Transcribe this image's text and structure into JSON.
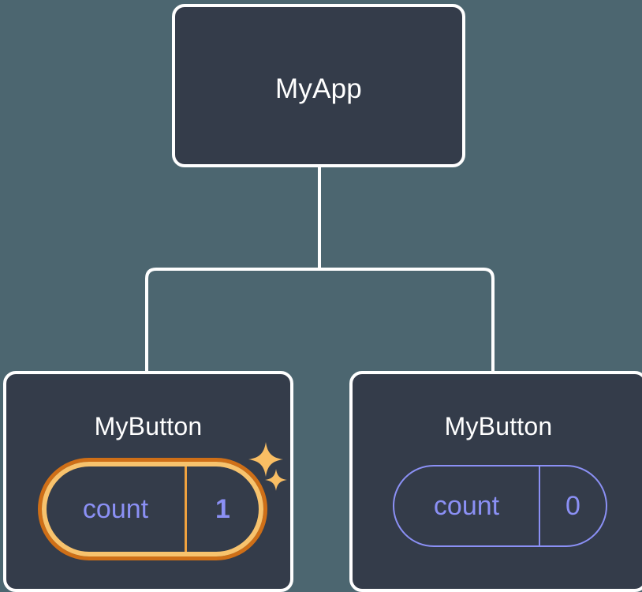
{
  "diagram": {
    "title": "React component tree with state",
    "background_color": "#4c6670",
    "node_fill_color": "#343c4a",
    "node_border_color": "#ffffff",
    "accent_state_color": "#8b90f5",
    "highlight_outer_color": "#cf6f17",
    "highlight_inner_color": "#f8c36d",
    "sparkle_color": "#f9be64"
  },
  "root": {
    "label": "MyApp"
  },
  "children": [
    {
      "label": "MyButton",
      "state": {
        "key": "count",
        "value": "1",
        "divider": "",
        "highlighted": true
      },
      "sparkles": [
        {
          "name": "sparkle-large"
        },
        {
          "name": "sparkle-small"
        }
      ]
    },
    {
      "label": "MyButton",
      "state": {
        "key": "count",
        "value": "0",
        "divider": "",
        "highlighted": false
      }
    }
  ],
  "connectors": {
    "stem_label": "root-to-branch-stem",
    "branch_label": "branch-bar",
    "left_drop_label": "left-child-drop",
    "right_drop_label": "right-child-drop"
  }
}
